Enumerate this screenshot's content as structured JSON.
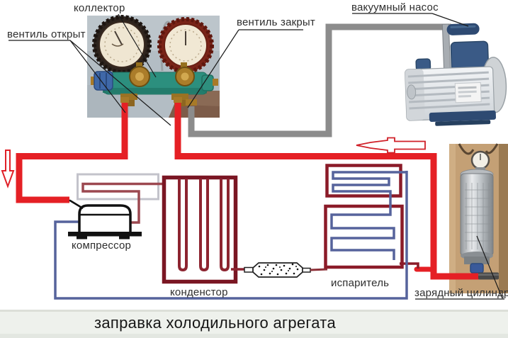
{
  "title": "заправка холодильного агрегата",
  "labels": {
    "collector": "коллектор",
    "valve_open": "вентиль открыт",
    "valve_closed": "вентиль закрыт",
    "vacuum_pump": "вакуумный насос",
    "compressor": "компрессор",
    "condenser": "конденстор",
    "evaporator": "испаритель",
    "charging_cylinder": "зарядный цилиндр"
  },
  "colors": {
    "charge_hose_red": "#e52025",
    "vacuum_hose_gray": "#8c8c8c",
    "condenser_coil_maroon": "#7a1623",
    "evaporator_frame_maroon": "#8b1b28",
    "suction_line_blue": "#56639c",
    "discharge_line_red": "#9c4850",
    "label_text": "#2e2e2e"
  },
  "flow_arrows": [
    {
      "id": "left-edge-arrow",
      "direction": "down"
    },
    {
      "id": "charge-line-arrow",
      "direction": "left"
    }
  ]
}
